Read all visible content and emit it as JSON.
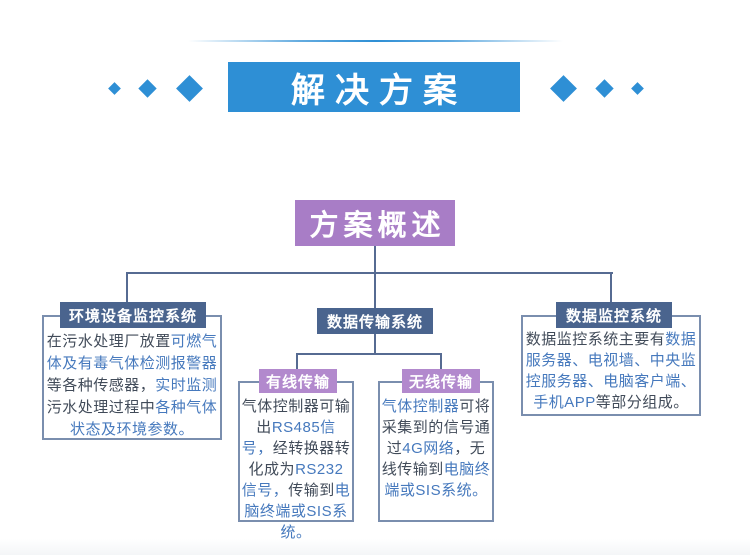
{
  "colors": {
    "banner_blue": "#2e8fd5",
    "purple_main": "#a87dc6",
    "purple_sub": "#b289cd",
    "header_navy": "#4a648e",
    "connector": "#566b92",
    "box_border": "#7a8eae",
    "text_dark": "#414b59",
    "text_highlight": "#4679bd",
    "page_bg": "#ffffff"
  },
  "icons": {
    "diamond": "rotated-square-css-shape"
  },
  "top_banner": {
    "title": "解决方案"
  },
  "overview": {
    "title": "方案概述"
  },
  "tree": {
    "left": {
      "header": "环境设备监控系统",
      "body": [
        {
          "t": "在污水处理厂放置",
          "hl": false
        },
        {
          "t": "可燃气体及有毒气体检测报警器",
          "hl": true
        },
        {
          "t": "等各种传感器，",
          "hl": false
        },
        {
          "t": "实时监测",
          "hl": true
        },
        {
          "t": "污水处理过程中",
          "hl": false
        },
        {
          "t": "各种气体状态及环境参数。",
          "hl": true
        }
      ]
    },
    "middle": {
      "header": "数据传输系统",
      "children": [
        {
          "header": "有线传输",
          "body": [
            {
              "t": "气体控制器可输出",
              "hl": false
            },
            {
              "t": "RS485信号，",
              "hl": true
            },
            {
              "t": "经转换器转化成为",
              "hl": false
            },
            {
              "t": "RS232信号，",
              "hl": true
            },
            {
              "t": "传输到",
              "hl": false
            },
            {
              "t": "电脑终端或SIS系统。",
              "hl": true
            }
          ]
        },
        {
          "header": "无线传输",
          "body": [
            {
              "t": "气体控制器",
              "hl": true
            },
            {
              "t": "可将采集到的信号通过",
              "hl": false
            },
            {
              "t": "4G网络",
              "hl": true
            },
            {
              "t": "，无线传输到",
              "hl": false
            },
            {
              "t": "电脑终端或SIS系统。",
              "hl": true
            }
          ]
        }
      ]
    },
    "right": {
      "header": "数据监控系统",
      "body": [
        {
          "t": "数据监控系统主要有",
          "hl": false
        },
        {
          "t": "数据服务器、电视墙、中央监控服务器、电脑客户端、手机APP",
          "hl": true
        },
        {
          "t": "等部分组成。",
          "hl": false
        }
      ]
    }
  }
}
